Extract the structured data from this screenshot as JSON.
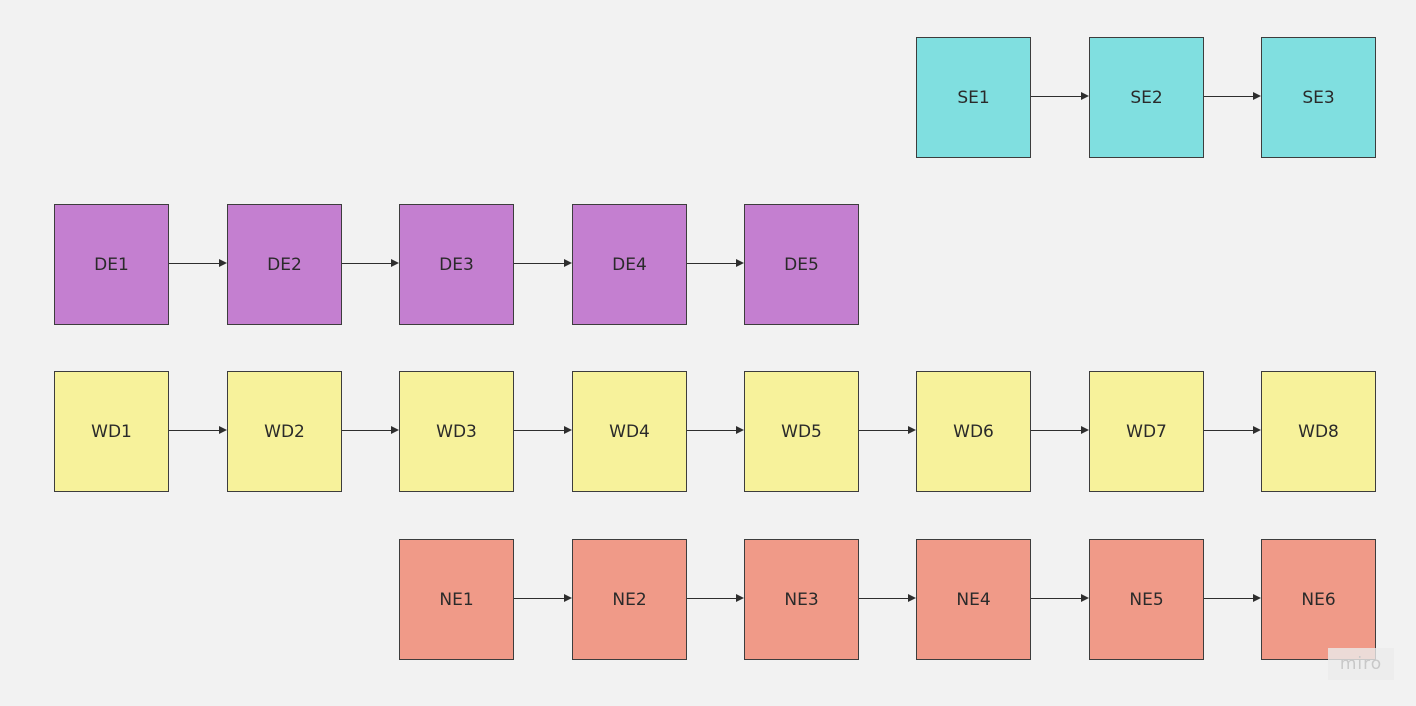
{
  "board": {
    "rows": [
      {
        "id": "se",
        "color": "#80dfe0",
        "nodes": [
          "SE1",
          "SE2",
          "SE3"
        ]
      },
      {
        "id": "de",
        "color": "#c47fd0",
        "nodes": [
          "DE1",
          "DE2",
          "DE3",
          "DE4",
          "DE5"
        ]
      },
      {
        "id": "wd",
        "color": "#f7f29b",
        "nodes": [
          "WD1",
          "WD2",
          "WD3",
          "WD4",
          "WD5",
          "WD6",
          "WD7",
          "WD8"
        ]
      },
      {
        "id": "ne",
        "color": "#f09a88",
        "nodes": [
          "NE1",
          "NE2",
          "NE3",
          "NE4",
          "NE5",
          "NE6"
        ]
      }
    ]
  },
  "watermark": {
    "text": "miro"
  }
}
